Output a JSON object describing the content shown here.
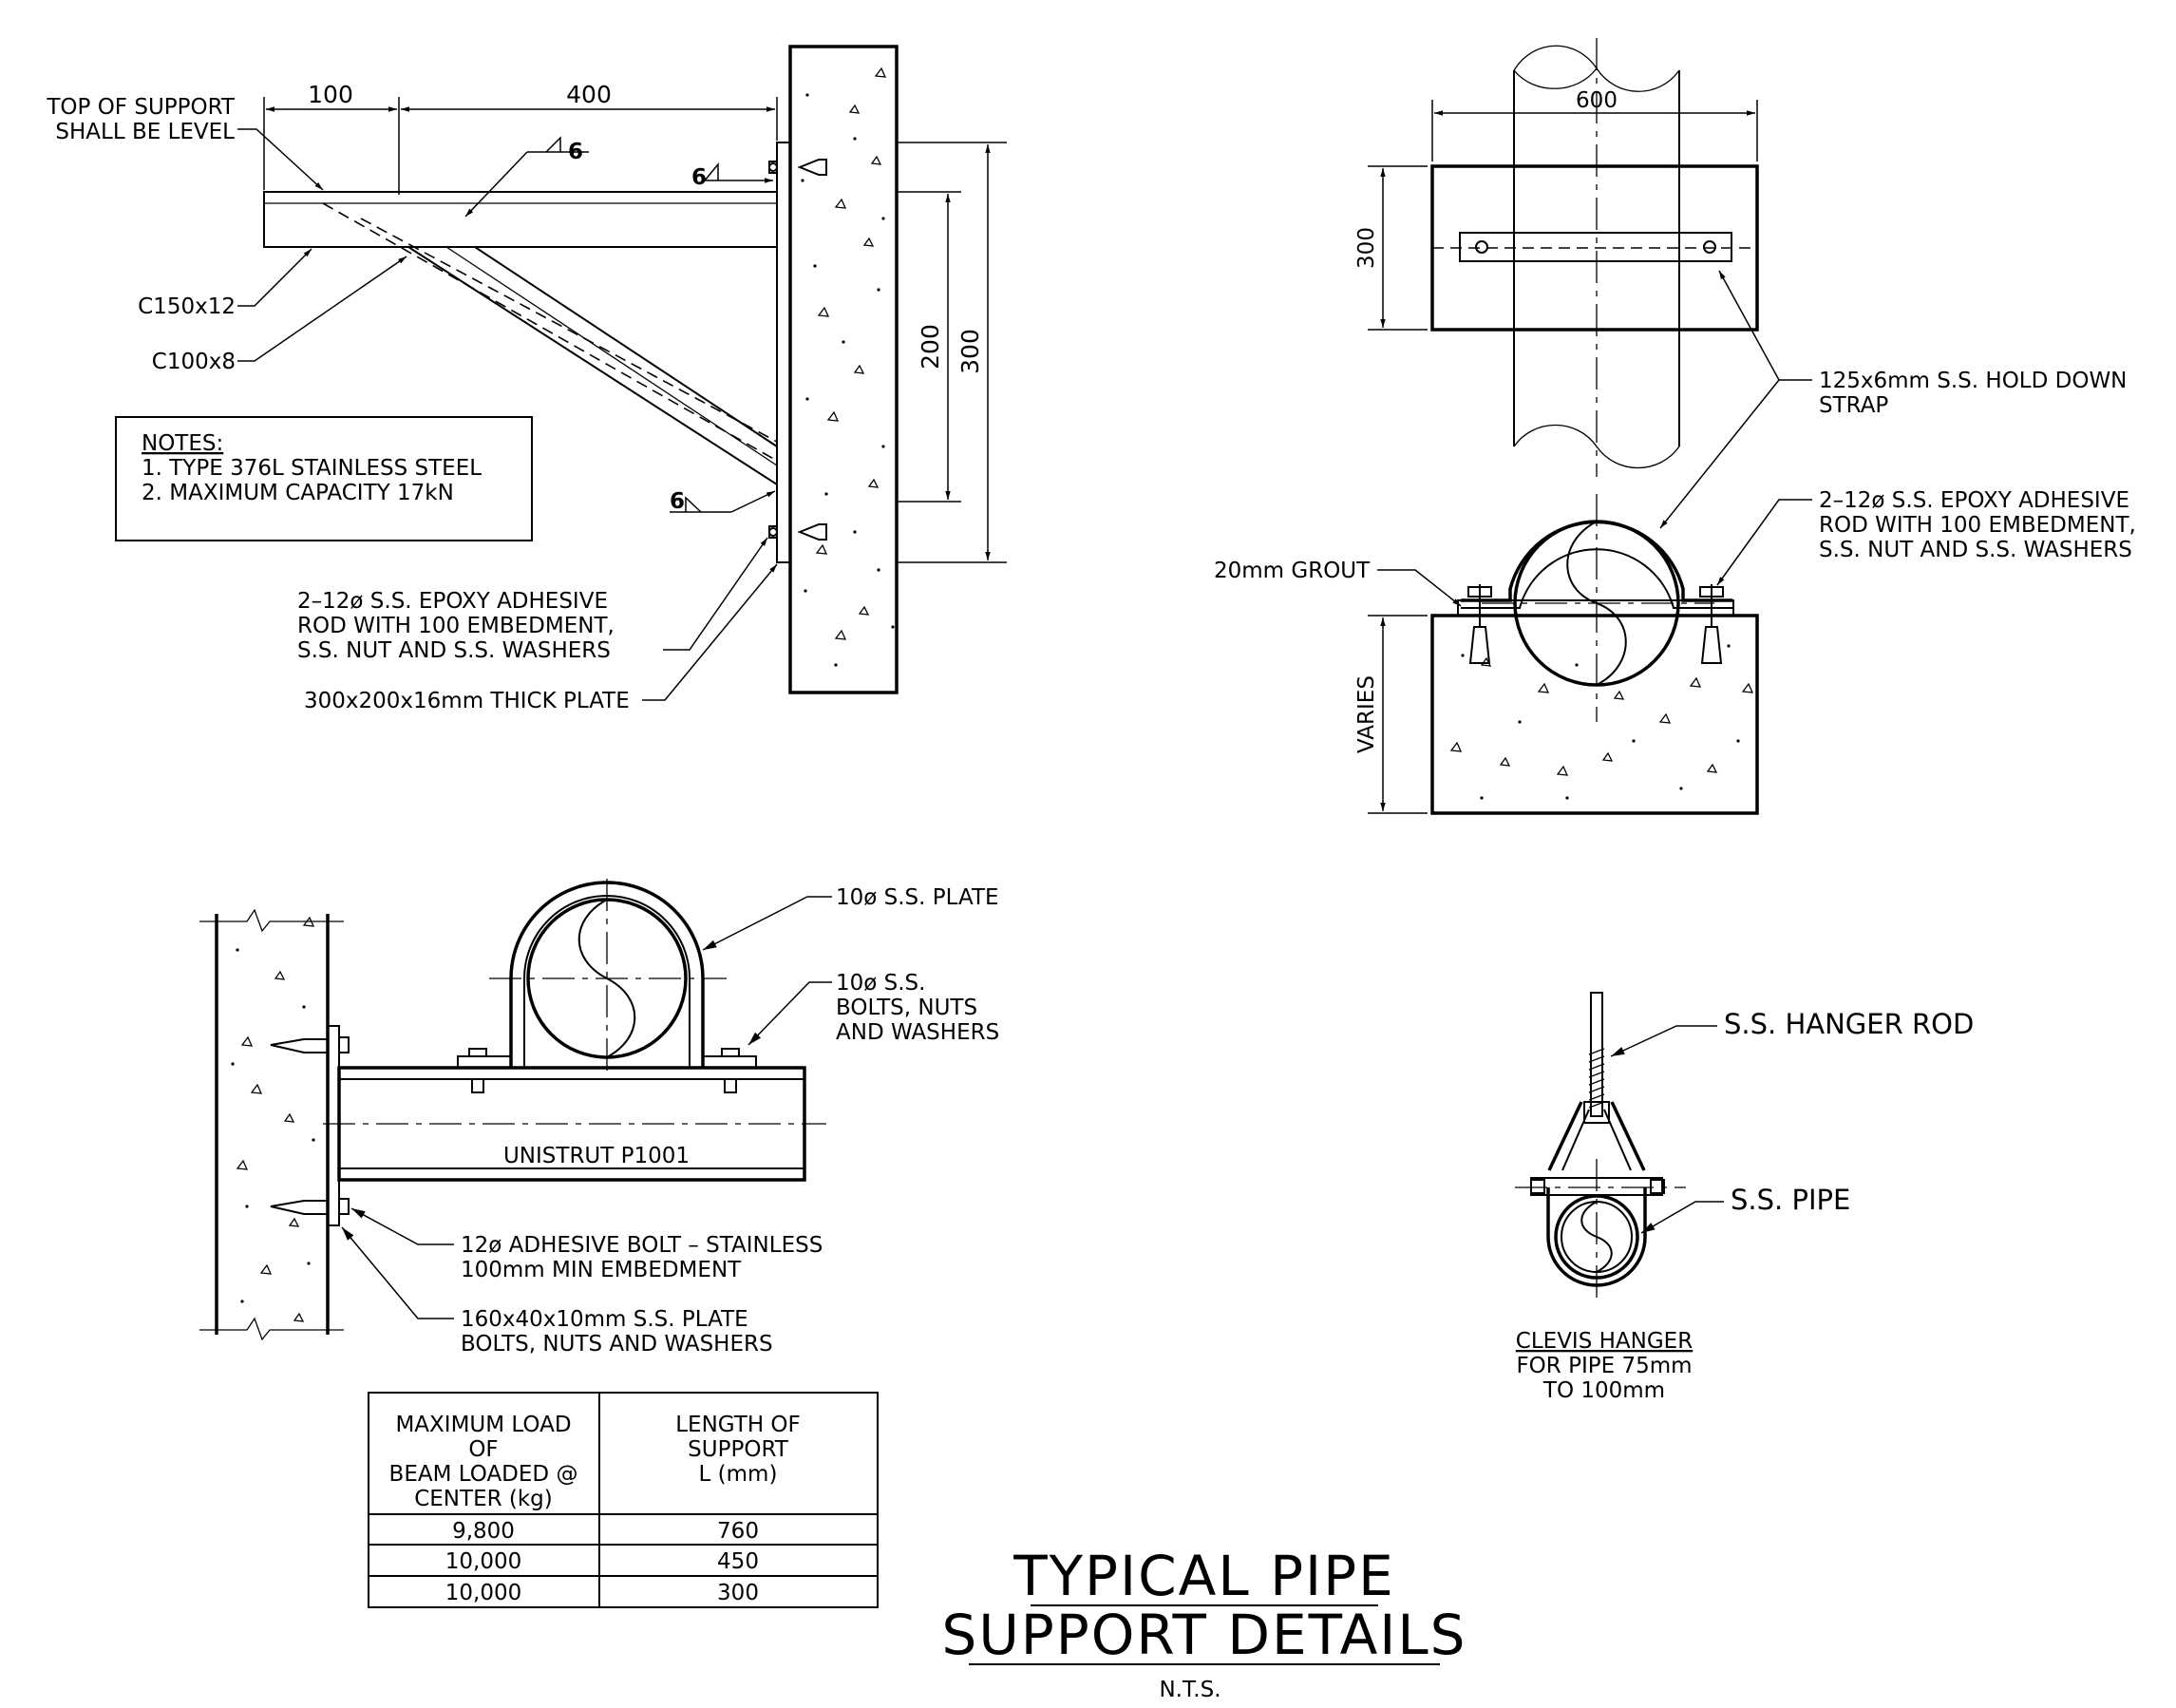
{
  "detail_a": {
    "top_of_support_note": [
      "TOP OF SUPPORT",
      "SHALL BE LEVEL"
    ],
    "dim_100": "100",
    "dim_400": "400",
    "weld_6_top": "6",
    "weld_6_mid": "6",
    "weld_6_bottom": "6",
    "dim_200": "200",
    "dim_300": "300",
    "member_top": "C150x12",
    "member_brace": "C100x8",
    "notes": {
      "heading": "NOTES:",
      "items": [
        "1. TYPE 376L STAINLESS STEEL",
        "2. MAXIMUM CAPACITY 17kN"
      ]
    },
    "anchor_note": [
      "2–12ø S.S. EPOXY ADHESIVE",
      "ROD WITH 100 EMBEDMENT,",
      "S.S. NUT AND S.S. WASHERS"
    ],
    "plate_note": "300x200x16mm THICK PLATE"
  },
  "detail_b": {
    "dim_600": "600",
    "dim_300": "300",
    "strap_note": [
      "125x6mm S.S. HOLD DOWN",
      "STRAP"
    ],
    "anchor_note": [
      "2–12ø S.S. EPOXY ADHESIVE",
      "ROD WITH 100 EMBEDMENT,",
      "S.S. NUT AND S.S. WASHERS"
    ],
    "grout_note": "20mm GROUT",
    "varies": "VARIES"
  },
  "detail_c": {
    "plate_note": "10ø S.S. PLATE",
    "bolt_note": [
      "10ø S.S.",
      "BOLTS, NUTS",
      "AND WASHERS"
    ],
    "unistrut": "UNISTRUT P1001",
    "adhesive_note": [
      "12ø ADHESIVE BOLT – STAINLESS",
      "100mm MIN EMBEDMENT"
    ],
    "side_plate_note": [
      "160x40x10mm S.S. PLATE",
      "BOLTS, NUTS AND WASHERS"
    ]
  },
  "detail_d": {
    "rod_label": "S.S. HANGER ROD",
    "pipe_label": "S.S. PIPE",
    "caption_title": "CLEVIS HANGER",
    "caption_lines": [
      "FOR PIPE  75mm",
      "TO 100mm"
    ]
  },
  "load_table": {
    "headers": [
      [
        "MAXIMUM LOAD",
        "OF",
        "BEAM LOADED @",
        "CENTER (kg)"
      ],
      [
        "LENGTH OF",
        "SUPPORT",
        "L (mm)"
      ]
    ],
    "rows": [
      [
        "9,800",
        "760"
      ],
      [
        "10,000",
        "450"
      ],
      [
        "10,000",
        "300"
      ]
    ]
  },
  "title": {
    "line1": "TYPICAL  PIPE",
    "line2": "SUPPORT  DETAILS",
    "scale": "N.T.S."
  }
}
